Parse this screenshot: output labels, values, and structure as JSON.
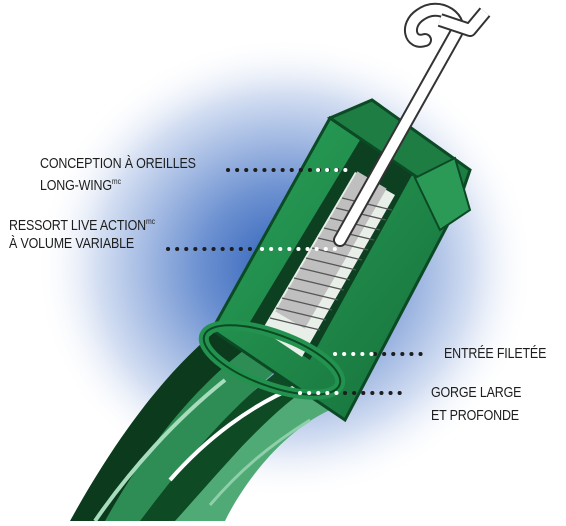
{
  "callouts": [
    {
      "line1": "CONCEPTION À OREILLES",
      "line2": "LONG-WING",
      "line2_sup": "mc"
    },
    {
      "line1": "RESSORT LIVE ACTION",
      "line1_sup": "mc",
      "line2": "À VOLUME VARIABLE"
    },
    {
      "line1": "ENTRÉE FILETÉE"
    },
    {
      "line1": "GORGE LARGE",
      "line2": "ET PROFONDE"
    }
  ],
  "colors": {
    "connector_green": "#1f8a4c",
    "connector_dark": "#0b4a24",
    "wire_light": "#5fae83",
    "glow": "#2c5fb8",
    "leader_dots": "#1d1d1d"
  },
  "icons": [
    "connector-illustration",
    "twisted-wires",
    "hook-wire"
  ]
}
